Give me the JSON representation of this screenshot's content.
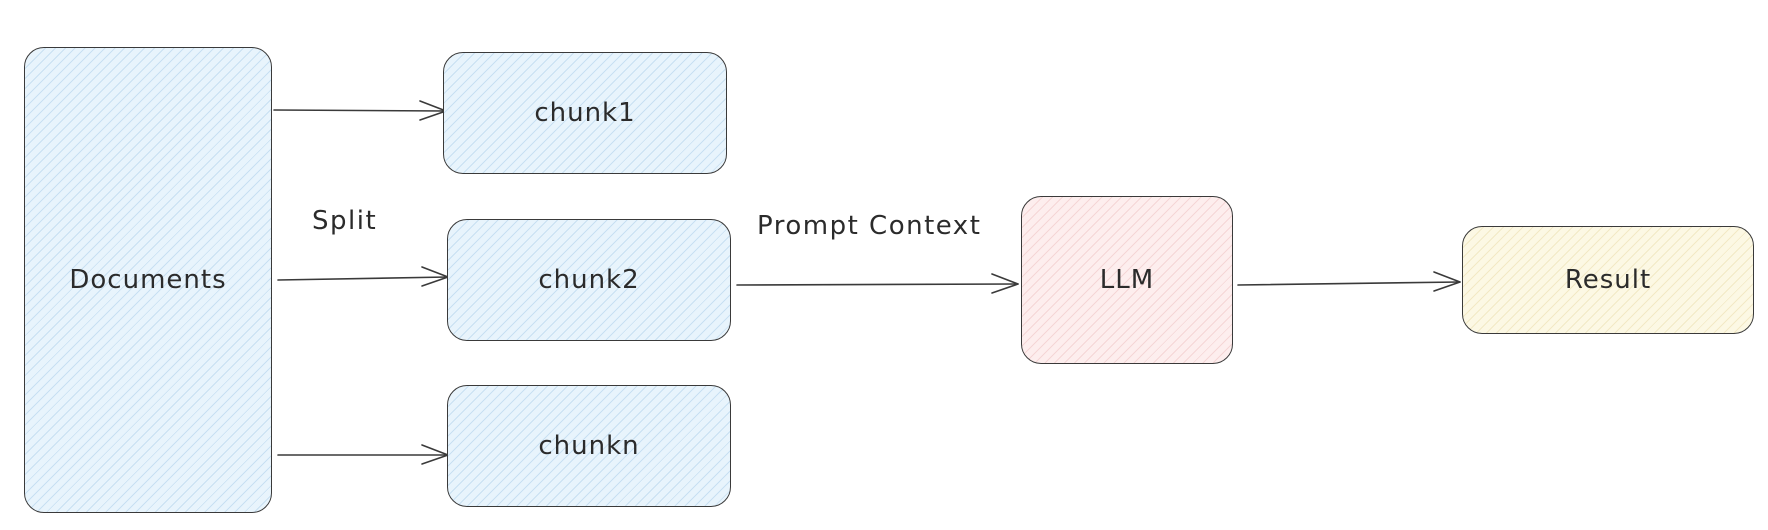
{
  "nodes": {
    "documents": "Documents",
    "chunk1": "chunk1",
    "chunk2": "chunk2",
    "chunkn": "chunkn",
    "llm": "LLM",
    "result": "Result"
  },
  "edge_labels": {
    "split": "Split",
    "prompt_context": "Prompt Context"
  },
  "colors": {
    "documents_fill": "#e8f4fc",
    "chunk_fill": "#e8f4fc",
    "llm_fill": "#fdeeee",
    "result_fill": "#fcf8e4",
    "stroke": "#3a3a3a"
  }
}
